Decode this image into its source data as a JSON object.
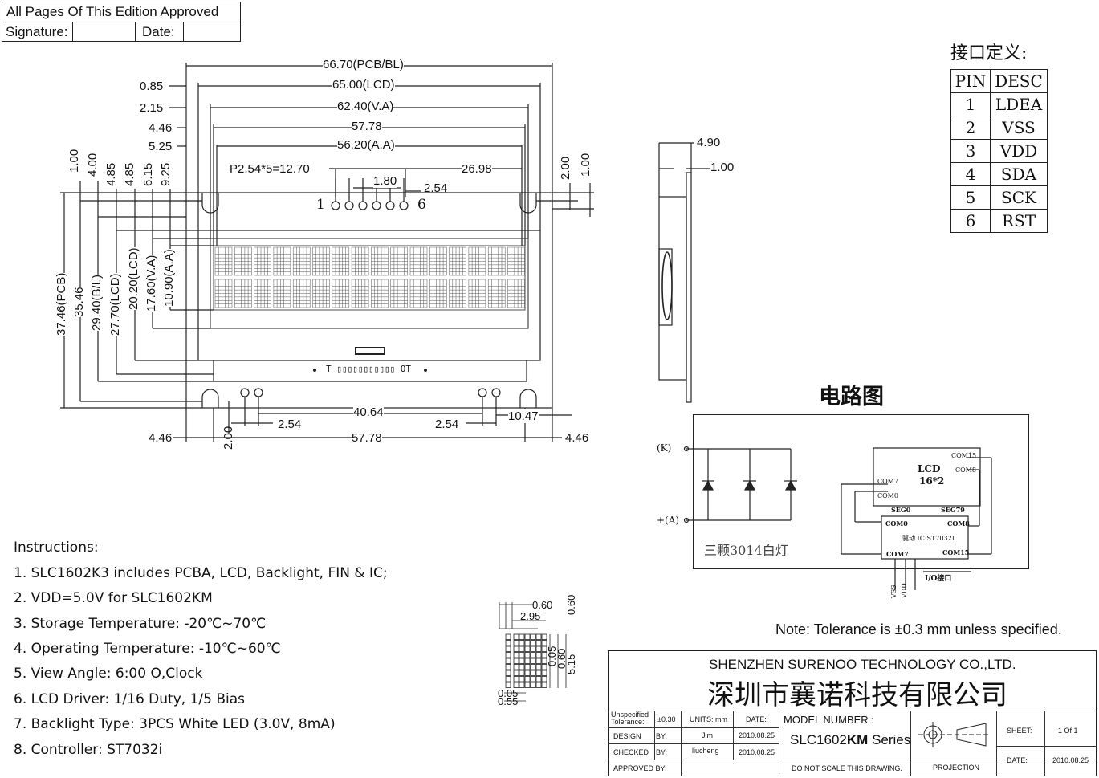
{
  "approval": {
    "header": "All Pages Of This Edition Approved",
    "signature_label": "Signature:",
    "date_label": "Date:"
  },
  "front_dims": {
    "pcb_bl": "66.70(PCB/BL)",
    "lcd": "65.00(LCD)",
    "va": "62.40(V.A)",
    "d5778": "57.78",
    "aa": "56.20(A.A)",
    "l085": "0.85",
    "l215": "2.15",
    "l446": "4.46",
    "l525": "5.25",
    "pitch": "P2.54*5=12.70",
    "pad": "1.80",
    "p254": "2.54",
    "r2698": "26.98",
    "pin1": "1",
    "pin6": "6",
    "v100": "1.00",
    "v400": "4.00",
    "v485a": "4.85",
    "v485b": "4.85",
    "v615": "6.15",
    "v925": "9.25",
    "r200": "2.00",
    "r100": "1.00",
    "pcb_h": "37.46(PCB)",
    "d3546": "35.46",
    "bl_h": "29.40(B/L)",
    "lcd_h2": "27.70(LCD)",
    "lcd_h": "20.20(LCD)",
    "va_h": "17.60(V.A)",
    "aa_h": "10.90(A.A)",
    "b4064": "40.64",
    "b254l": "2.54",
    "b254r": "2.54",
    "b1047": "10.47",
    "b200": "2.00",
    "b446l": "4.46",
    "b5778": "57.78",
    "b446r": "4.46",
    "fpc_text": "T ▯▯▯▯▯▯▯▯▯▯▯ OT"
  },
  "side_dims": {
    "d490": "4.90",
    "d100": "1.00"
  },
  "interface": {
    "title": "接口定义:",
    "header": [
      "PIN",
      "DESC"
    ],
    "rows": [
      [
        "1",
        "LDEA"
      ],
      [
        "2",
        "VSS"
      ],
      [
        "3",
        "VDD"
      ],
      [
        "4",
        "SDA"
      ],
      [
        "5",
        "SCK"
      ],
      [
        "6",
        "RST"
      ]
    ]
  },
  "circuit": {
    "title": "电路图",
    "k_label": "(K)",
    "a_label": "+(A)",
    "led_note": "三颗3014白灯",
    "lcd_label": "LCD",
    "lcd_size": "16*2",
    "com15_top": "COM15",
    "com8_top": "COM8",
    "com7_top": "COM7",
    "com0_top": "COM0",
    "seg0": "SEG0",
    "seg79": "SEG79",
    "ic_com0": "COM0",
    "ic_com8": "COM8",
    "ic_label": "驱动 IC:ST7032I",
    "ic_com7": "COM7",
    "ic_com15": "COM15",
    "vss": "VSS",
    "vdd": "VDD",
    "io": "I/O接口"
  },
  "pixel_dims": {
    "d060a": "0.60",
    "d295": "2.95",
    "d060b": "0.60",
    "d005": "0.05",
    "d060c": "0.60",
    "d515": "5.15",
    "d005b": "0.05",
    "d055": "0.55"
  },
  "instructions": [
    "Instructions:",
    "1. SLC1602K3 includes PCBA, LCD, Backlight,  FIN & IC;",
    "2. VDD=5.0V for SLC1602KM",
    "3. Storage Temperature:  -20℃~70℃",
    "4. Operating Temperature:  -10℃~60℃",
    "5. View Angle: 6:00 O,Clock",
    "6. LCD Driver: 1/16 Duty, 1/5 Bias",
    "7. Backlight Type: 3PCS White LED (3.0V, 8mA)",
    "8. Controller: ST7032i"
  ],
  "note": "Note: Tolerance is ±0.3 mm unless specified.",
  "title_block": {
    "company_en": "SHENZHEN SURENOO TECHNOLOGY CO.,LTD.",
    "company_cn": "深圳市襄诺科技有限公司",
    "unspecified": "Unspecified Tolerance:",
    "tol": "±0.30",
    "units": "UNITS: mm",
    "date_h": "DATE:",
    "model_label": "MODEL NUMBER :",
    "model_prefix": "SLC1602",
    "model_bold": "KM",
    "model_suffix": " Series",
    "sheet_label": "SHEET:",
    "sheet_value": "1  Of  1",
    "design": "DESIGN",
    "by1": "BY:",
    "designer": "Jim",
    "design_date": "2010.08.25",
    "checked": "CHECKED",
    "by2": "BY:",
    "checker": "liucheng",
    "check_date": "2010.08.25",
    "approved": "APPROVED BY:",
    "do_not_scale": "DO NOT SCALE THIS DRAWING.",
    "projection": "PROJECTION",
    "date_label2": "DATE:",
    "date_value": "2010.08.25"
  }
}
